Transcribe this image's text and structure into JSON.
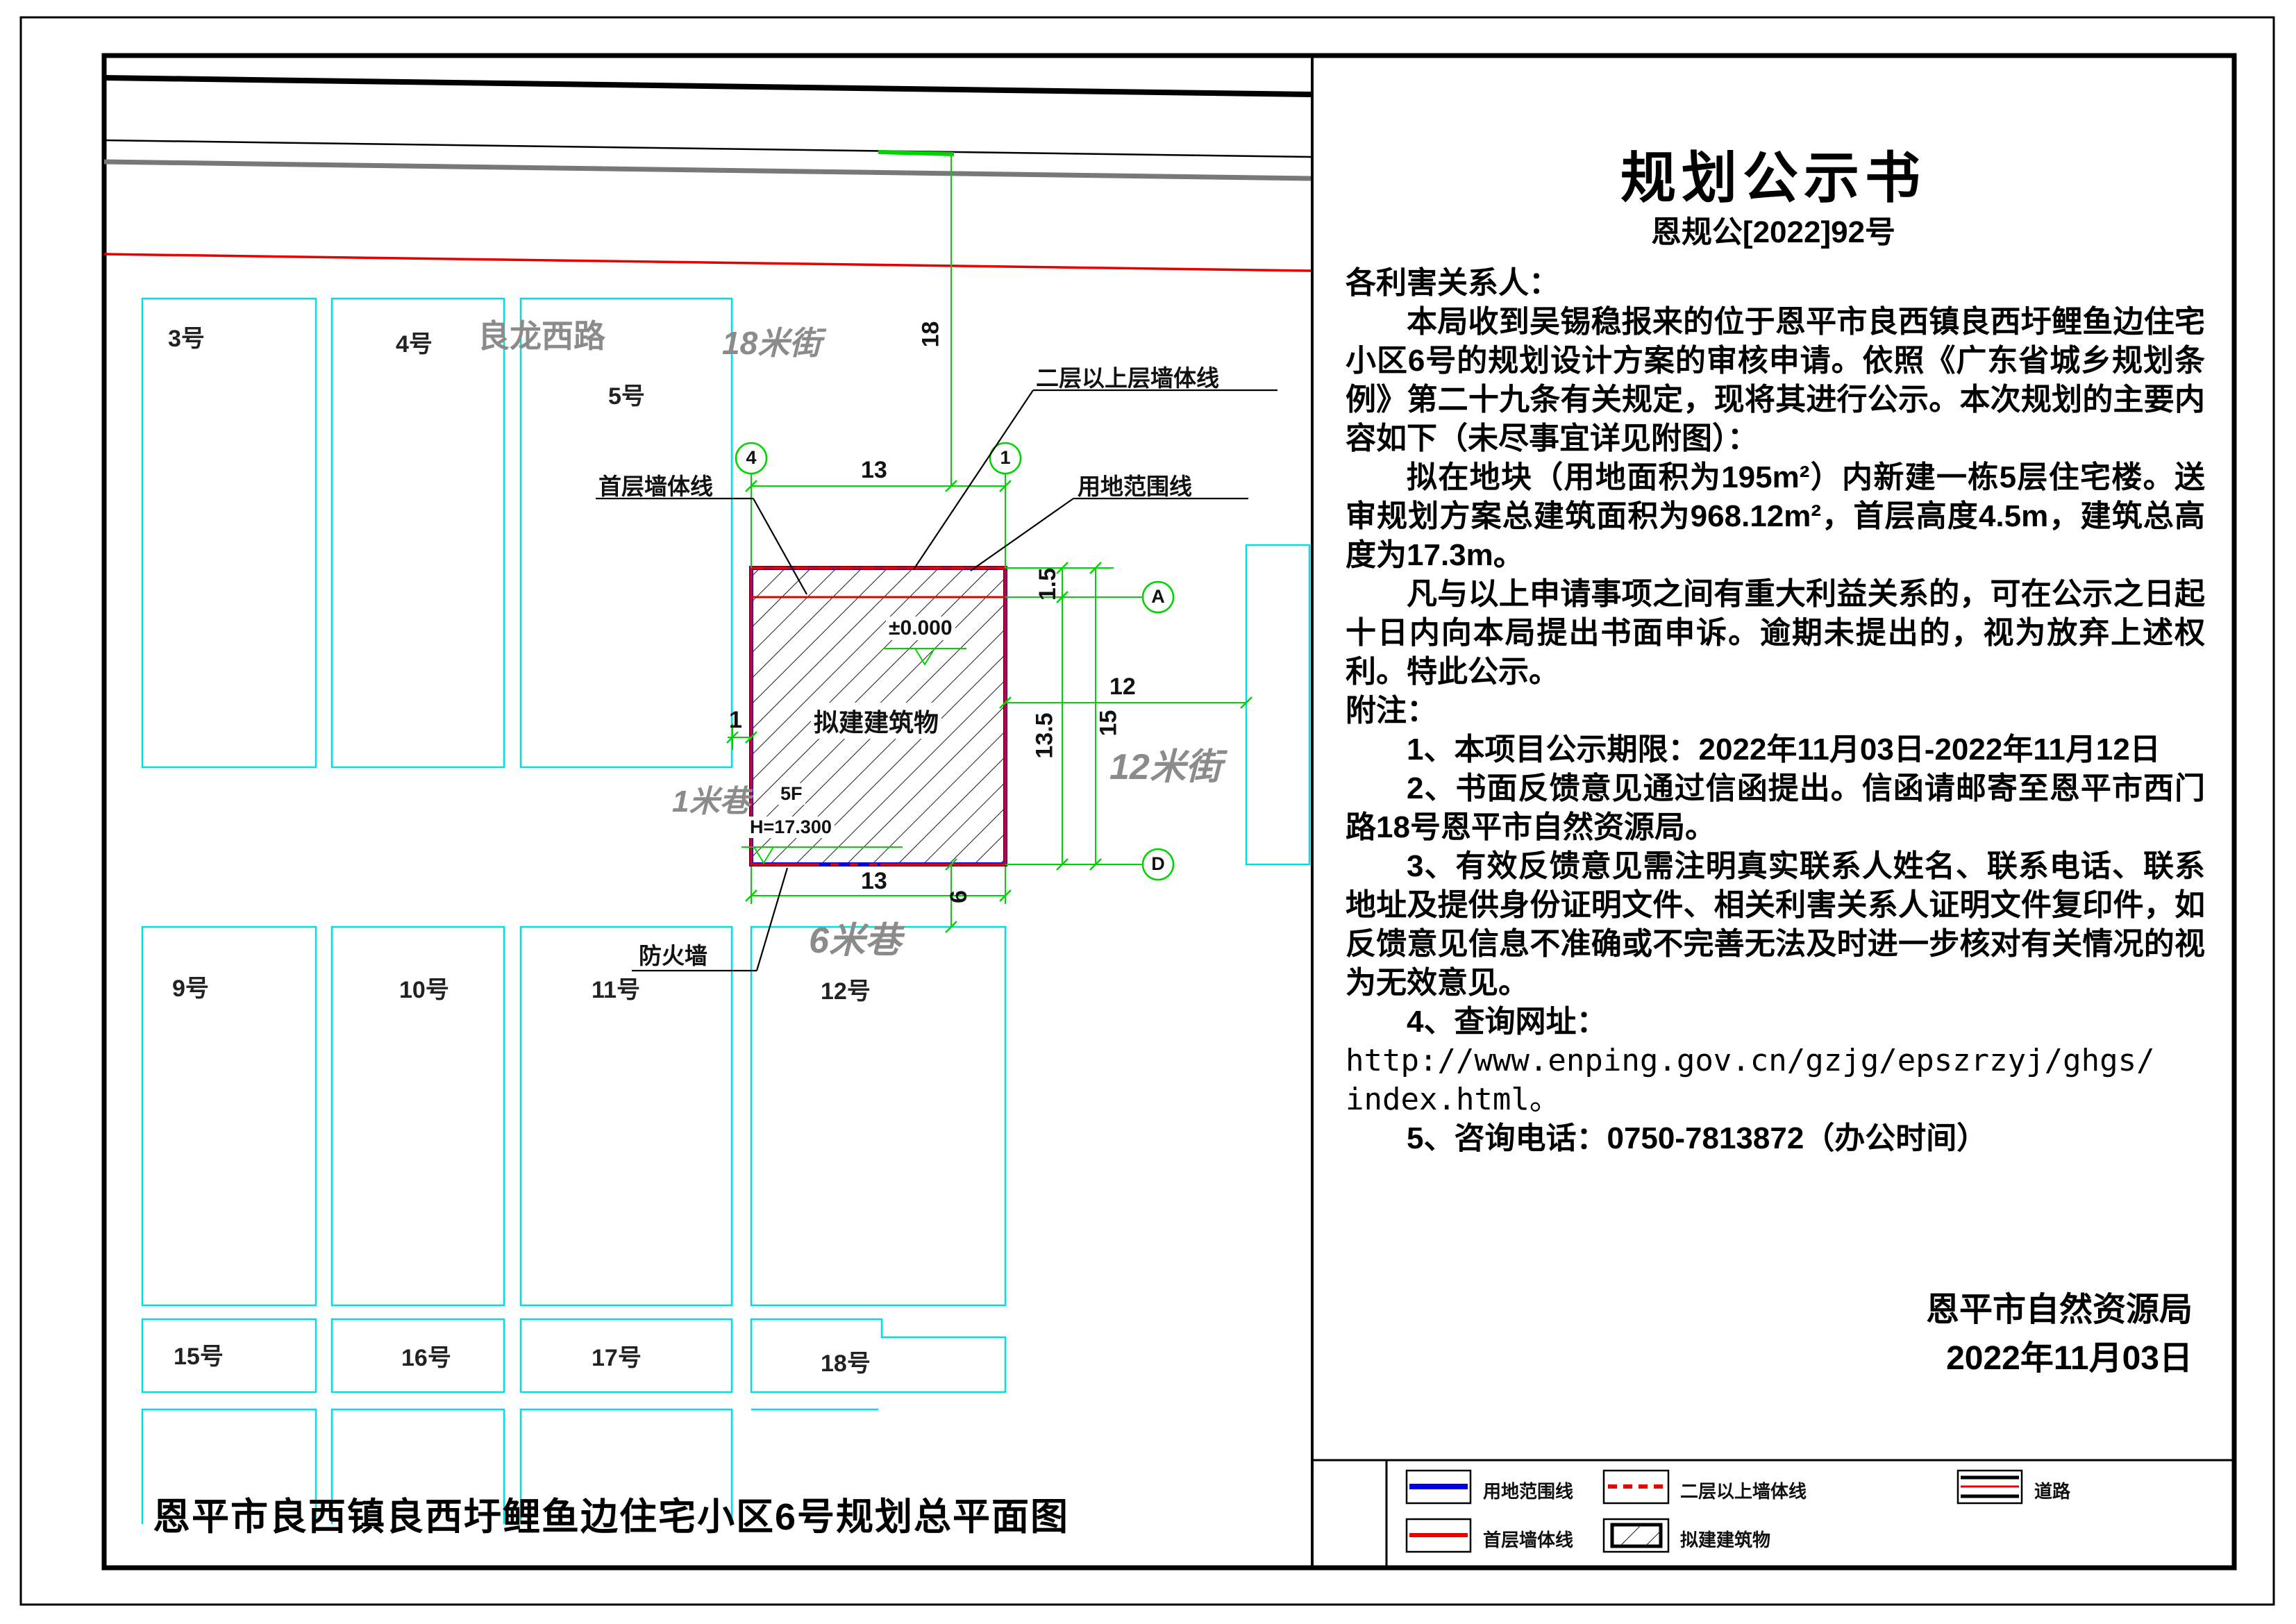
{
  "colors": {
    "boundary_blue": "#0000e0",
    "wall_red": "#e60000",
    "dim_green": "#00d400",
    "lot_cyan": "#00dfdf",
    "road_gray": "#787878",
    "street_text_gray": "#8b8b8b"
  },
  "notice": {
    "title": "规划公示书",
    "doc_no": "恩规公[2022]92号",
    "salutation": "各利害关系人：",
    "para1": "本局收到吴锡稳报来的位于恩平市良西镇良西圩鲤鱼边住宅小区6号的规划设计方案的审核申请。依照《广东省城乡规划条例》第二十九条有关规定，现将其进行公示。本次规划的主要内容如下（未尽事宜详见附图）：",
    "para2": "拟在地块（用地面积为195m²）内新建一栋5层住宅楼。送审规划方案总建筑面积为968.12m²，首层高度4.5m，建筑总高度为17.3m。",
    "para3": "凡与以上申请事项之间有重大利益关系的，可在公示之日起十日内向本局提出书面申诉。逾期未提出的，视为放弃上述权利。特此公示。",
    "notes_label": "附注：",
    "note1": "1、本项目公示期限：2022年11月03日-2022年11月12日",
    "note2": "2、书面反馈意见通过信函提出。信函请邮寄至恩平市西门路18号恩平市自然资源局。",
    "note3": "3、有效反馈意见需注明真实联系人姓名、联系电话、联系地址及提供身份证明文件、相关利害关系人证明文件复印件，如反馈意见信息不准确或不完善无法及时进一步核对有关情况的视为无效意见。",
    "note4": "4、查询网址：",
    "url_line1": "http://www.enping.gov.cn/gzjg/epszrzyj/ghgs/",
    "url_line2": "index.html。",
    "note5": "5、咨询电话：0750-7813872（办公时间）",
    "authority": "恩平市自然资源局",
    "date": "2022年11月03日"
  },
  "plan": {
    "title": "恩平市良西镇良西圩鲤鱼边住宅小区6号规划总平面图",
    "streets": {
      "lianglong_road": "良龙西路",
      "street18": "18米街",
      "street12": "12米街",
      "lane6": "6米巷",
      "lane1": "1米巷"
    },
    "building": {
      "label": "拟建建筑物",
      "level": "±0.000",
      "floors": "5F",
      "height": "H=17.300"
    },
    "callouts": {
      "upper_wall": "二层以上层墙体线",
      "first_wall": "首层墙体线",
      "boundary": "用地范围线",
      "firewall": "防火墙"
    },
    "dims": {
      "street18": "18",
      "top_width": "13",
      "lane1": "1",
      "setback": "1.5",
      "depth": "13.5",
      "total_depth": "15",
      "street12": "12",
      "bottom_width": "13",
      "lane6": "6"
    },
    "grid": {
      "c4": "4",
      "c1": "1",
      "rA": "A",
      "rD": "D"
    },
    "lots": [
      "3号",
      "4号",
      "5号",
      "9号",
      "10号",
      "11号",
      "12号",
      "15号",
      "16号",
      "17号",
      "18号"
    ]
  },
  "legend": {
    "boundary": "用地范围线",
    "upper_wall": "二层以上墙体线",
    "road": "道路",
    "first_wall": "首层墙体线",
    "building": "拟建建筑物"
  }
}
